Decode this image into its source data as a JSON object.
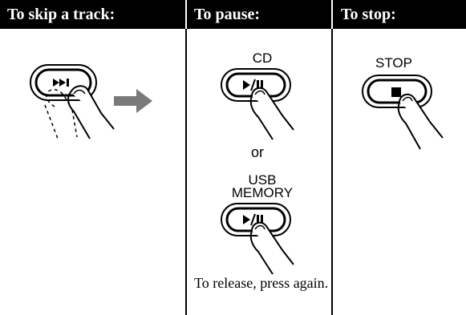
{
  "headers": {
    "skip": "To skip a track:",
    "pause": "To pause:",
    "stop": "To stop:"
  },
  "pause": {
    "cd_label": "CD",
    "or_text": "or",
    "usb_label_line1": "USB",
    "usb_label_line2": "MEMORY",
    "release_note": "To release, press again."
  },
  "stop": {
    "label": "STOP"
  },
  "icons": {
    "skip_button": "skip-forward-icon",
    "play_pause": "play-pause-icon",
    "stop": "stop-square-icon",
    "arrow": "right-arrow-icon",
    "finger": "pressing-finger-icon"
  },
  "colors": {
    "header_bg": "#000000",
    "header_text": "#ffffff",
    "arrow_gray": "#7a7a7a"
  }
}
